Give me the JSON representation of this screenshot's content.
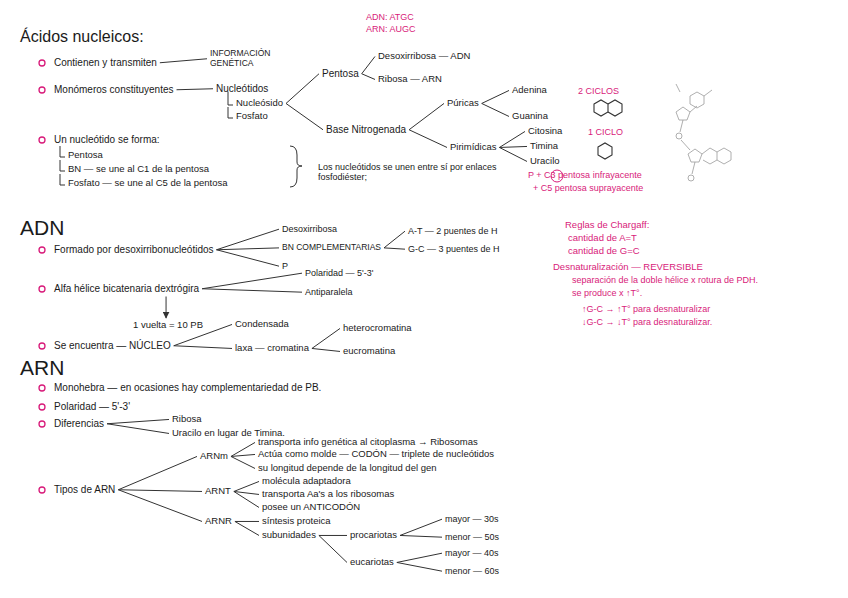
{
  "diagram": {
    "title": "Ácidos nucleicos:",
    "nodes": [
      {
        "text": [
          "Contienen y transmiten"
        ]
      },
      {
        "text": [
          "INFORMACIÓN GENÉTICA"
        ]
      },
      {
        "text": [
          "Monómeros constituyentes"
        ]
      },
      {
        "text": [
          "Nucleótidos"
        ]
      },
      {
        "text": [
          "Nucleósido"
        ]
      },
      {
        "text": [
          "Fosfato"
        ]
      },
      {
        "text": [
          "Pentosa"
        ]
      },
      {
        "text": [
          "Base Nitrogenada"
        ]
      },
      {
        "text": [
          "Desoxirribosa — ADN"
        ]
      },
      {
        "text": [
          "Ribosa — ARN"
        ]
      },
      {
        "text": [
          "Púricas"
        ]
      },
      {
        "text": [
          "Pirimídicas"
        ]
      },
      {
        "text": [
          "Adenina"
        ]
      },
      {
        "text": [
          "Guanina"
        ]
      },
      {
        "text": [
          "Citosina"
        ]
      },
      {
        "text": [
          "Timina"
        ]
      },
      {
        "text": [
          "Uracilo"
        ]
      },
      {
        "text": [
          "Formado por desoxirribonucleótidos"
        ]
      },
      {
        "text": [
          "Desoxirribosa"
        ]
      },
      {
        "text": [
          "BN COMPLEMENTARIAS"
        ]
      },
      {
        "text": [
          "P"
        ]
      },
      {
        "text": [
          "A-T — 2 puentes de H"
        ]
      },
      {
        "text": [
          "G-C — 3 puentes de H"
        ]
      },
      {
        "text": [
          "Alfa hélice bicatenaria dextrógira"
        ]
      },
      {
        "text": [
          "Polaridad — 5'-3'"
        ]
      },
      {
        "text": [
          "Antiparalela"
        ]
      },
      {
        "text": [
          "1 vuelta = 10 PB"
        ]
      },
      {
        "text": [
          "Se encuentra — NÚCLEO"
        ]
      },
      {
        "text": [
          "Condensada"
        ]
      },
      {
        "text": [
          "laxa — cromatina"
        ]
      },
      {
        "text": [
          "heterocromatina"
        ]
      },
      {
        "text": [
          "eucromatina"
        ]
      },
      {
        "text": [
          "Diferencias"
        ]
      },
      {
        "text": [
          "Ribosa"
        ]
      },
      {
        "text": [
          "Uracilo en lugar de Timina."
        ]
      },
      {
        "text": [
          "Tipos de ARN"
        ]
      },
      {
        "text": [
          "ARNm"
        ]
      },
      {
        "text": [
          "ARNT"
        ]
      },
      {
        "text": [
          "ARNR"
        ]
      },
      {
        "text": [
          "transporta info genética al citoplasma → Ribosomas"
        ]
      },
      {
        "text": [
          "Actúa como molde — CODÓN — triplete de nucleótidos"
        ]
      },
      {
        "text": [
          "su longitud depende de la longitud del gen"
        ]
      },
      {
        "text": [
          "molécula adaptadora"
        ]
      },
      {
        "text": [
          "transporta Aa's a los ribosomas"
        ]
      },
      {
        "text": [
          "posee un ANTICODÓN"
        ]
      },
      {
        "text": [
          "síntesis proteica"
        ]
      },
      {
        "text": [
          "subunidades"
        ]
      },
      {
        "text": [
          "procariotas"
        ]
      },
      {
        "text": [
          "mayor — 30s"
        ]
      },
      {
        "text": [
          "menor — 50s"
        ]
      },
      {
        "text": [
          "eucariotas"
        ]
      },
      {
        "text": [
          "mayor — 40s"
        ]
      },
      {
        "text": [
          "menor — 60s"
        ]
      }
    ],
    "edges": [
      {
        "from": 0,
        "to": 1,
        "arrow": "none"
      },
      {
        "from": 2,
        "to": 3,
        "arrow": "none"
      },
      {
        "from": 4,
        "to": 6,
        "arrow": "none"
      },
      {
        "from": 4,
        "to": 7,
        "arrow": "none"
      },
      {
        "from": 6,
        "to": 8,
        "arrow": "none"
      },
      {
        "from": 6,
        "to": 9,
        "arrow": "none"
      },
      {
        "from": 7,
        "to": 10,
        "arrow": "none"
      },
      {
        "from": 7,
        "to": 11,
        "arrow": "none"
      },
      {
        "from": 10,
        "to": 12,
        "arrow": "none"
      },
      {
        "from": 10,
        "to": 13,
        "arrow": "none"
      },
      {
        "from": 11,
        "to": 14,
        "arrow": "none"
      },
      {
        "from": 11,
        "to": 15,
        "arrow": "none"
      },
      {
        "from": 11,
        "to": 16,
        "arrow": "none"
      },
      {
        "from": 17,
        "to": 18,
        "arrow": "none"
      },
      {
        "from": 17,
        "to": 19,
        "arrow": "none"
      },
      {
        "from": 17,
        "to": 20,
        "arrow": "none"
      },
      {
        "from": 19,
        "to": 21,
        "arrow": "none"
      },
      {
        "from": 19,
        "to": 22,
        "arrow": "none"
      },
      {
        "from": 23,
        "to": 24,
        "arrow": "none"
      },
      {
        "from": 23,
        "to": 25,
        "arrow": "none"
      },
      {
        "from": 23,
        "to": 26,
        "arrow": "to"
      },
      {
        "from": 27,
        "to": 28,
        "arrow": "none"
      },
      {
        "from": 27,
        "to": 29,
        "arrow": "none"
      },
      {
        "from": 29,
        "to": 30,
        "arrow": "none"
      },
      {
        "from": 29,
        "to": 31,
        "arrow": "none"
      },
      {
        "from": 32,
        "to": 33,
        "arrow": "none"
      },
      {
        "from": 32,
        "to": 34,
        "arrow": "none"
      },
      {
        "from": 35,
        "to": 36,
        "arrow": "none"
      },
      {
        "from": 35,
        "to": 37,
        "arrow": "none"
      },
      {
        "from": 35,
        "to": 38,
        "arrow": "none"
      },
      {
        "from": 36,
        "to": 39,
        "arrow": "none"
      },
      {
        "from": 36,
        "to": 40,
        "arrow": "none"
      },
      {
        "from": 36,
        "to": 41,
        "arrow": "none"
      },
      {
        "from": 37,
        "to": 42,
        "arrow": "none"
      },
      {
        "from": 37,
        "to": 43,
        "arrow": "none"
      },
      {
        "from": 37,
        "to": 44,
        "arrow": "none"
      },
      {
        "from": 38,
        "to": 45,
        "arrow": "none"
      },
      {
        "from": 38,
        "to": 46,
        "arrow": "none"
      },
      {
        "from": 46,
        "to": 47,
        "arrow": "none"
      },
      {
        "from": 46,
        "to": 50,
        "arrow": "none"
      },
      {
        "from": 47,
        "to": 48,
        "arrow": "none"
      },
      {
        "from": 47,
        "to": 49,
        "arrow": "none"
      },
      {
        "from": 50,
        "to": 51,
        "arrow": "none"
      },
      {
        "from": 50,
        "to": 52,
        "arrow": "none"
      }
    ],
    "labels": [
      "ADN: ATGC",
      "ARN: AUGC",
      "2 CICLOS",
      "1 CICLO",
      "Un nucleótido se forma:",
      "Pentosa",
      "BN — se une al C1 de la pentosa",
      "Fosfato — se une al C5 de la pentosa",
      "Los nucleótidos se unen entre sí por enlaces fosfodiéster;",
      "P + C3 pentosa infrayacente",
      "+ C5 pentosa suprayacente",
      "ADN",
      "Reglas de Chargaff:",
      "cantidad de A=T",
      "cantidad de G=C",
      "Desnaturalización — REVERSIBLE",
      "separación de la doble hélice x rotura de PDH.",
      "se produce x ↑T°.",
      "↑G-C → ↑T° para desnaturalizar",
      "↓G-C → ↓T° para desnaturalizar.",
      "ARN",
      "Monohebra — en ocasiones hay complementariedad de PB.",
      "Polaridad — 5'-3'"
    ]
  }
}
